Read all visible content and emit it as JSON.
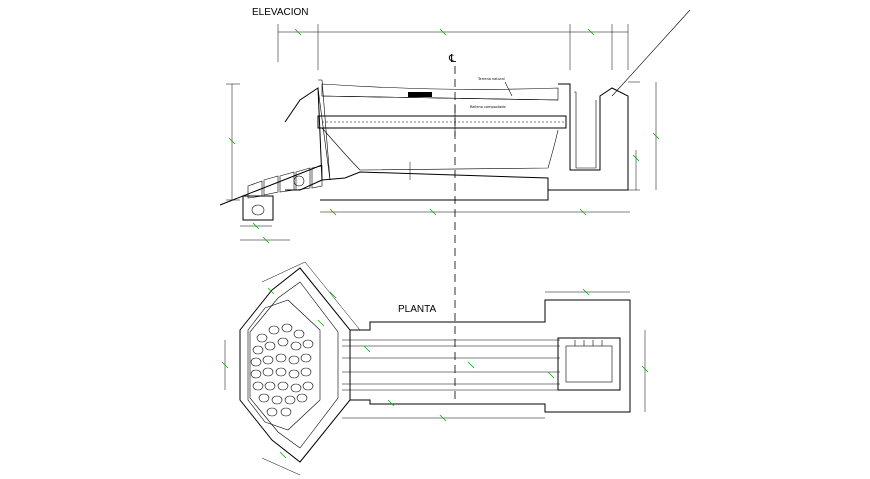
{
  "titles": {
    "elevation": "ELEVACION",
    "plan": "PLANTA",
    "centerline": "℄"
  },
  "notes": {
    "note1": "Terreno natural",
    "note2": "Relleno compactado"
  },
  "colors": {
    "lines": "#000000",
    "dimension_text": "#00a000",
    "background": "#ffffff"
  }
}
